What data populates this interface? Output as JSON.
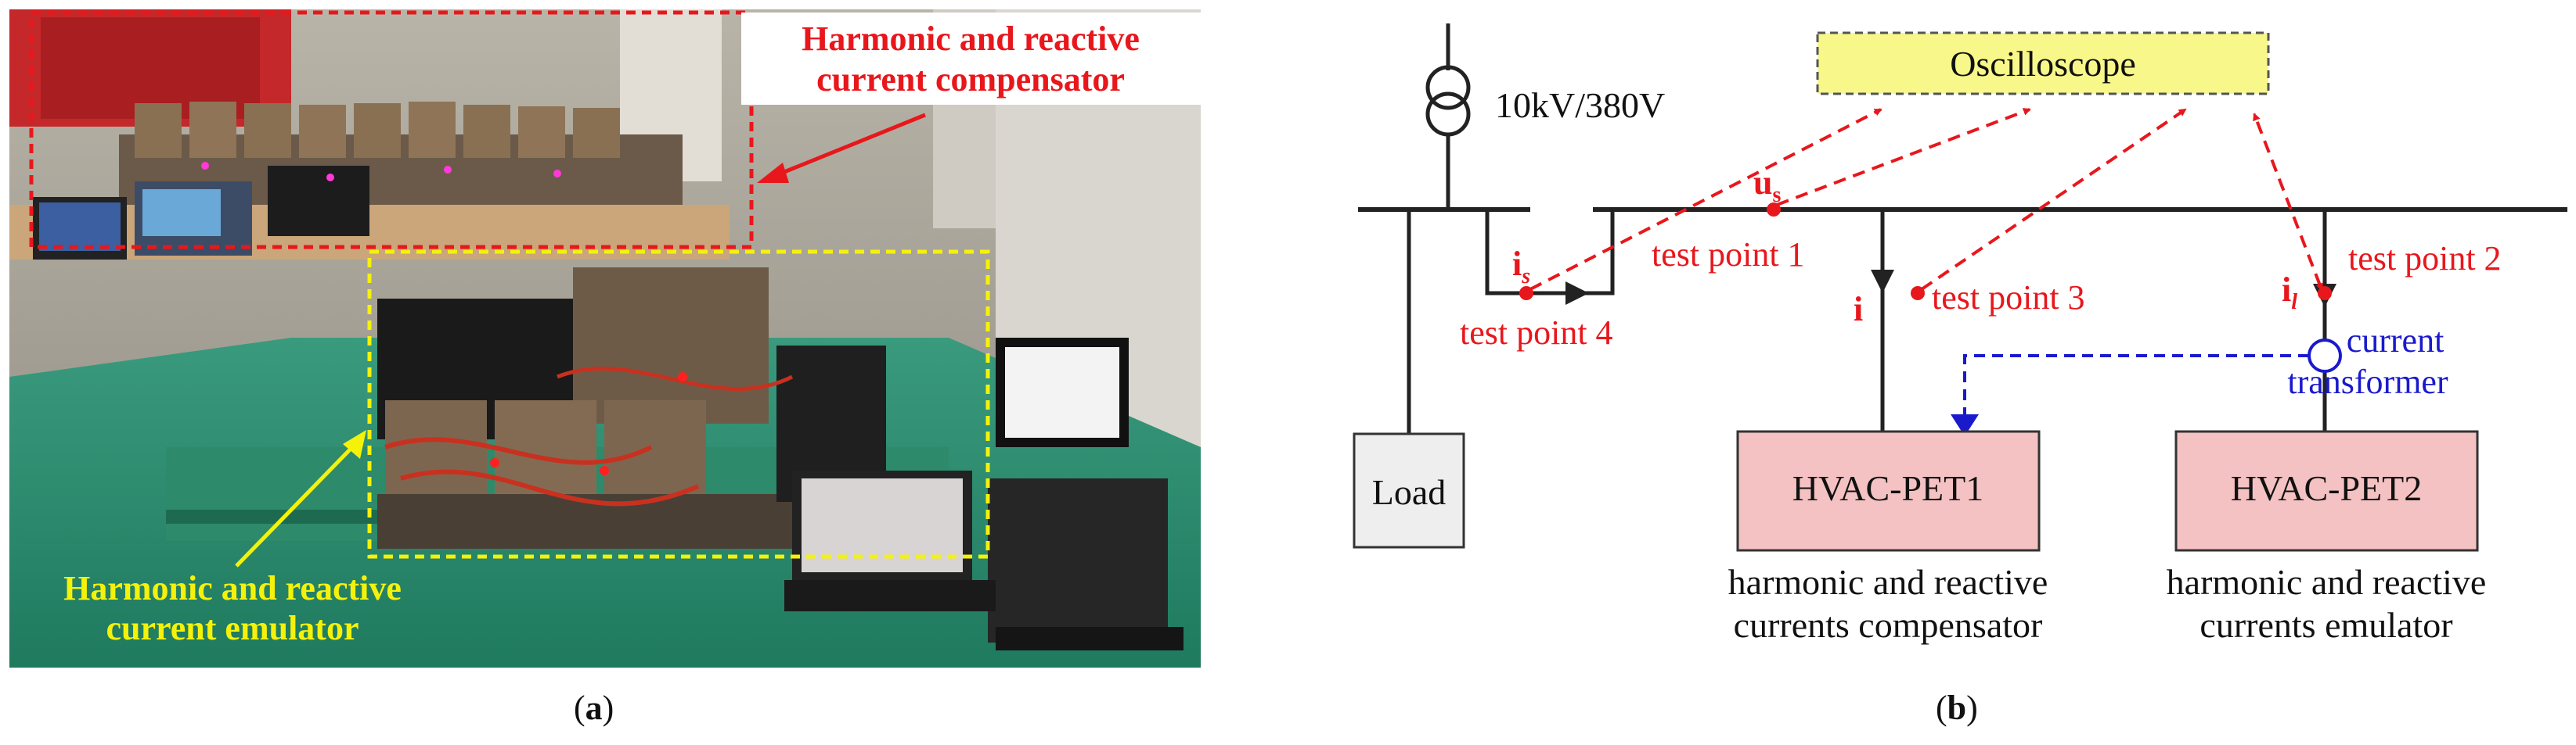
{
  "panel_a": {
    "caption_open": "(",
    "caption_letter": "a",
    "caption_close": ")",
    "label_compensator_line1": "Harmonic and reactive",
    "label_compensator_line2": "current compensator",
    "label_emulator_line1": "Harmonic and reactive",
    "label_emulator_line2": "current emulator"
  },
  "panel_b": {
    "caption_open": "(",
    "caption_letter": "b",
    "caption_close": ")",
    "transformer_label": "10kV/380V",
    "oscilloscope_label": "Oscilloscope",
    "load_label": "Load",
    "pet1_label": "HVAC-PET1",
    "pet2_label": "HVAC-PET2",
    "pet1_desc_line1": "harmonic and reactive",
    "pet1_desc_line2": "currents compensator",
    "pet2_desc_line1": "harmonic and reactive",
    "pet2_desc_line2": "currents emulator",
    "us_label": "u",
    "us_sub": "s",
    "is_label": "i",
    "is_sub": "s",
    "il_label": "i",
    "il_sub": "l",
    "i_label": "i",
    "tp1": "test point 1",
    "tp2": "test point 2",
    "tp3": "test point 3",
    "tp4": "test point 4",
    "ct_line1": "current",
    "ct_line2": "transformer"
  },
  "colors": {
    "red": "#e8171c",
    "yellow": "#f5f20a",
    "blue": "#1a1acc",
    "oscilloscope_fill": "#f7f78a",
    "pet_fill": "#f4c2c2",
    "load_fill": "#eeeeee"
  }
}
